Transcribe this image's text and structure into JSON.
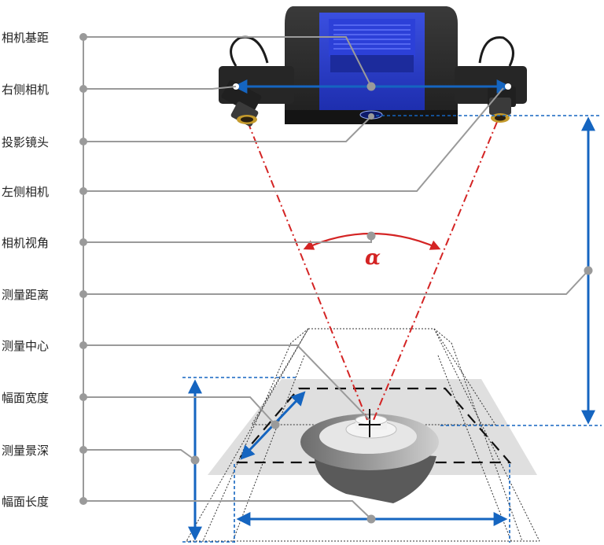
{
  "labels": [
    "相机基距",
    "右侧相机",
    "投影镜头",
    "左侧相机",
    "相机视角",
    "测量距离",
    "测量中心",
    "幅面宽度",
    "测量景深",
    "幅面长度"
  ],
  "angle_symbol": "α",
  "colors": {
    "leader_line": "#9a9a9a",
    "dimension_arrow": "#1565c0",
    "view_angle": "#d42424",
    "device_body": "#2d2d2d",
    "projector_panel": "#2236c8",
    "specimen": "#8c8c8c",
    "measure_plane": "#d9d9d9"
  }
}
